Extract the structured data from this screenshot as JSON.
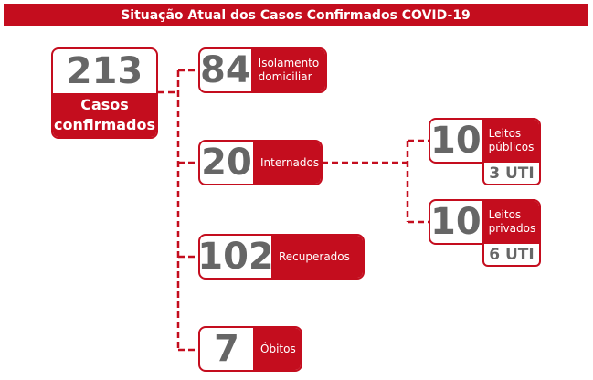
{
  "title": "Situação Atual dos Casos Confirmados COVID-19",
  "total": {
    "value": "213",
    "label": "Casos confirmados"
  },
  "items": [
    {
      "value": "84",
      "label": "Isolamento domiciliar"
    },
    {
      "value": "20",
      "label": "Internados"
    },
    {
      "value": "102",
      "label": "Recuperados"
    },
    {
      "value": "7",
      "label": "Óbitos"
    }
  ],
  "beds": [
    {
      "value": "10",
      "label": "Leitos públicos",
      "uti": "3 UTI"
    },
    {
      "value": "10",
      "label": "Leitos privados",
      "uti": "6 UTI"
    }
  ],
  "colors": {
    "accent": "#c40d1e",
    "number": "#666666"
  }
}
